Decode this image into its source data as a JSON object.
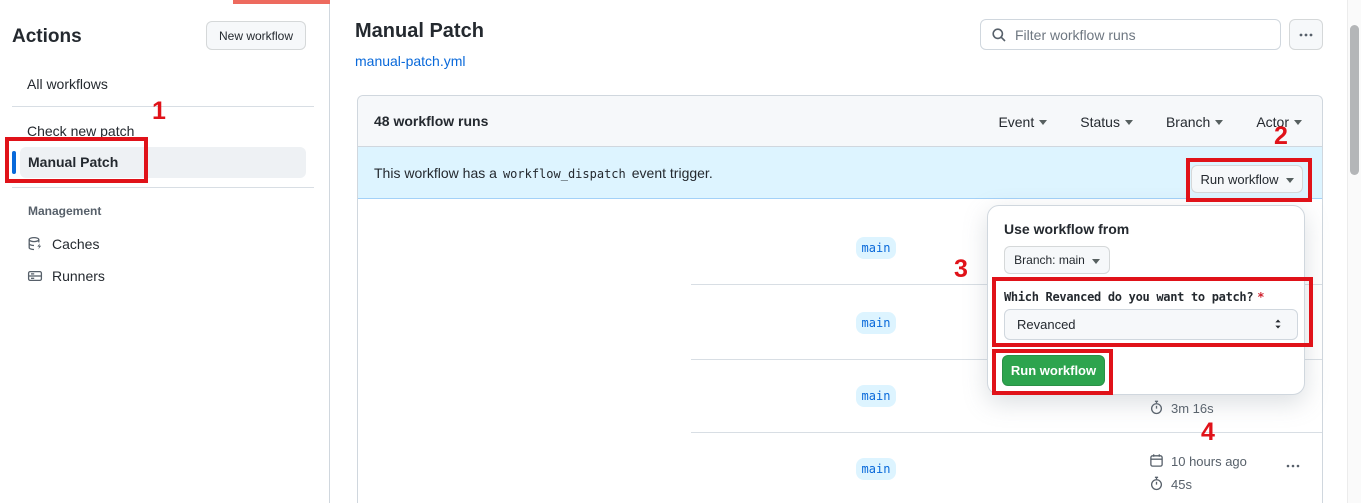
{
  "annotations": {
    "labels": [
      "1",
      "2",
      "3",
      "4"
    ],
    "box_color": "#e01219",
    "top_bar_color": "#ed6a5e"
  },
  "sidebar": {
    "title": "Actions",
    "new_workflow_button": "New workflow",
    "items": [
      {
        "label": "All workflows"
      },
      {
        "label": "Check new patch"
      },
      {
        "label": "Manual Patch",
        "selected": true
      }
    ],
    "management_label": "Management",
    "management_items": [
      {
        "label": "Caches",
        "icon": "cache-database-icon"
      },
      {
        "label": "Runners",
        "icon": "runners-icon"
      }
    ]
  },
  "main": {
    "title": "Manual Patch",
    "workflow_file_link": "manual-patch.yml",
    "filter_placeholder": "Filter workflow runs"
  },
  "panel": {
    "count_label": "48 workflow runs",
    "filters": [
      {
        "label": "Event"
      },
      {
        "label": "Status"
      },
      {
        "label": "Branch"
      },
      {
        "label": "Actor"
      }
    ],
    "banner": {
      "text_before": "This workflow has a",
      "code": "workflow_dispatch",
      "text_after": "event trigger.",
      "run_workflow_label": "Run workflow"
    },
    "rows": [
      {
        "branch": "main"
      },
      {
        "branch": "main"
      },
      {
        "branch": "main",
        "duration": "3m 16s"
      },
      {
        "branch": "main",
        "started": "10 hours ago",
        "duration": "45s"
      }
    ]
  },
  "popup": {
    "heading": "Use workflow from",
    "branch_selector": "Branch: main",
    "input_label": "Which Revanced do you want to patch?",
    "required_asterisk": "*",
    "select_value": "Revanced",
    "run_button": "Run workflow"
  },
  "colors": {
    "accent": "#0969da",
    "banner_bg": "#ddf4ff",
    "badge_bg": "#ddf4ff",
    "badge_text": "#0969da",
    "green_button": "#2da44e",
    "annotation_red": "#e01219",
    "border": "#d0d7de",
    "muted_text": "#57606a"
  }
}
